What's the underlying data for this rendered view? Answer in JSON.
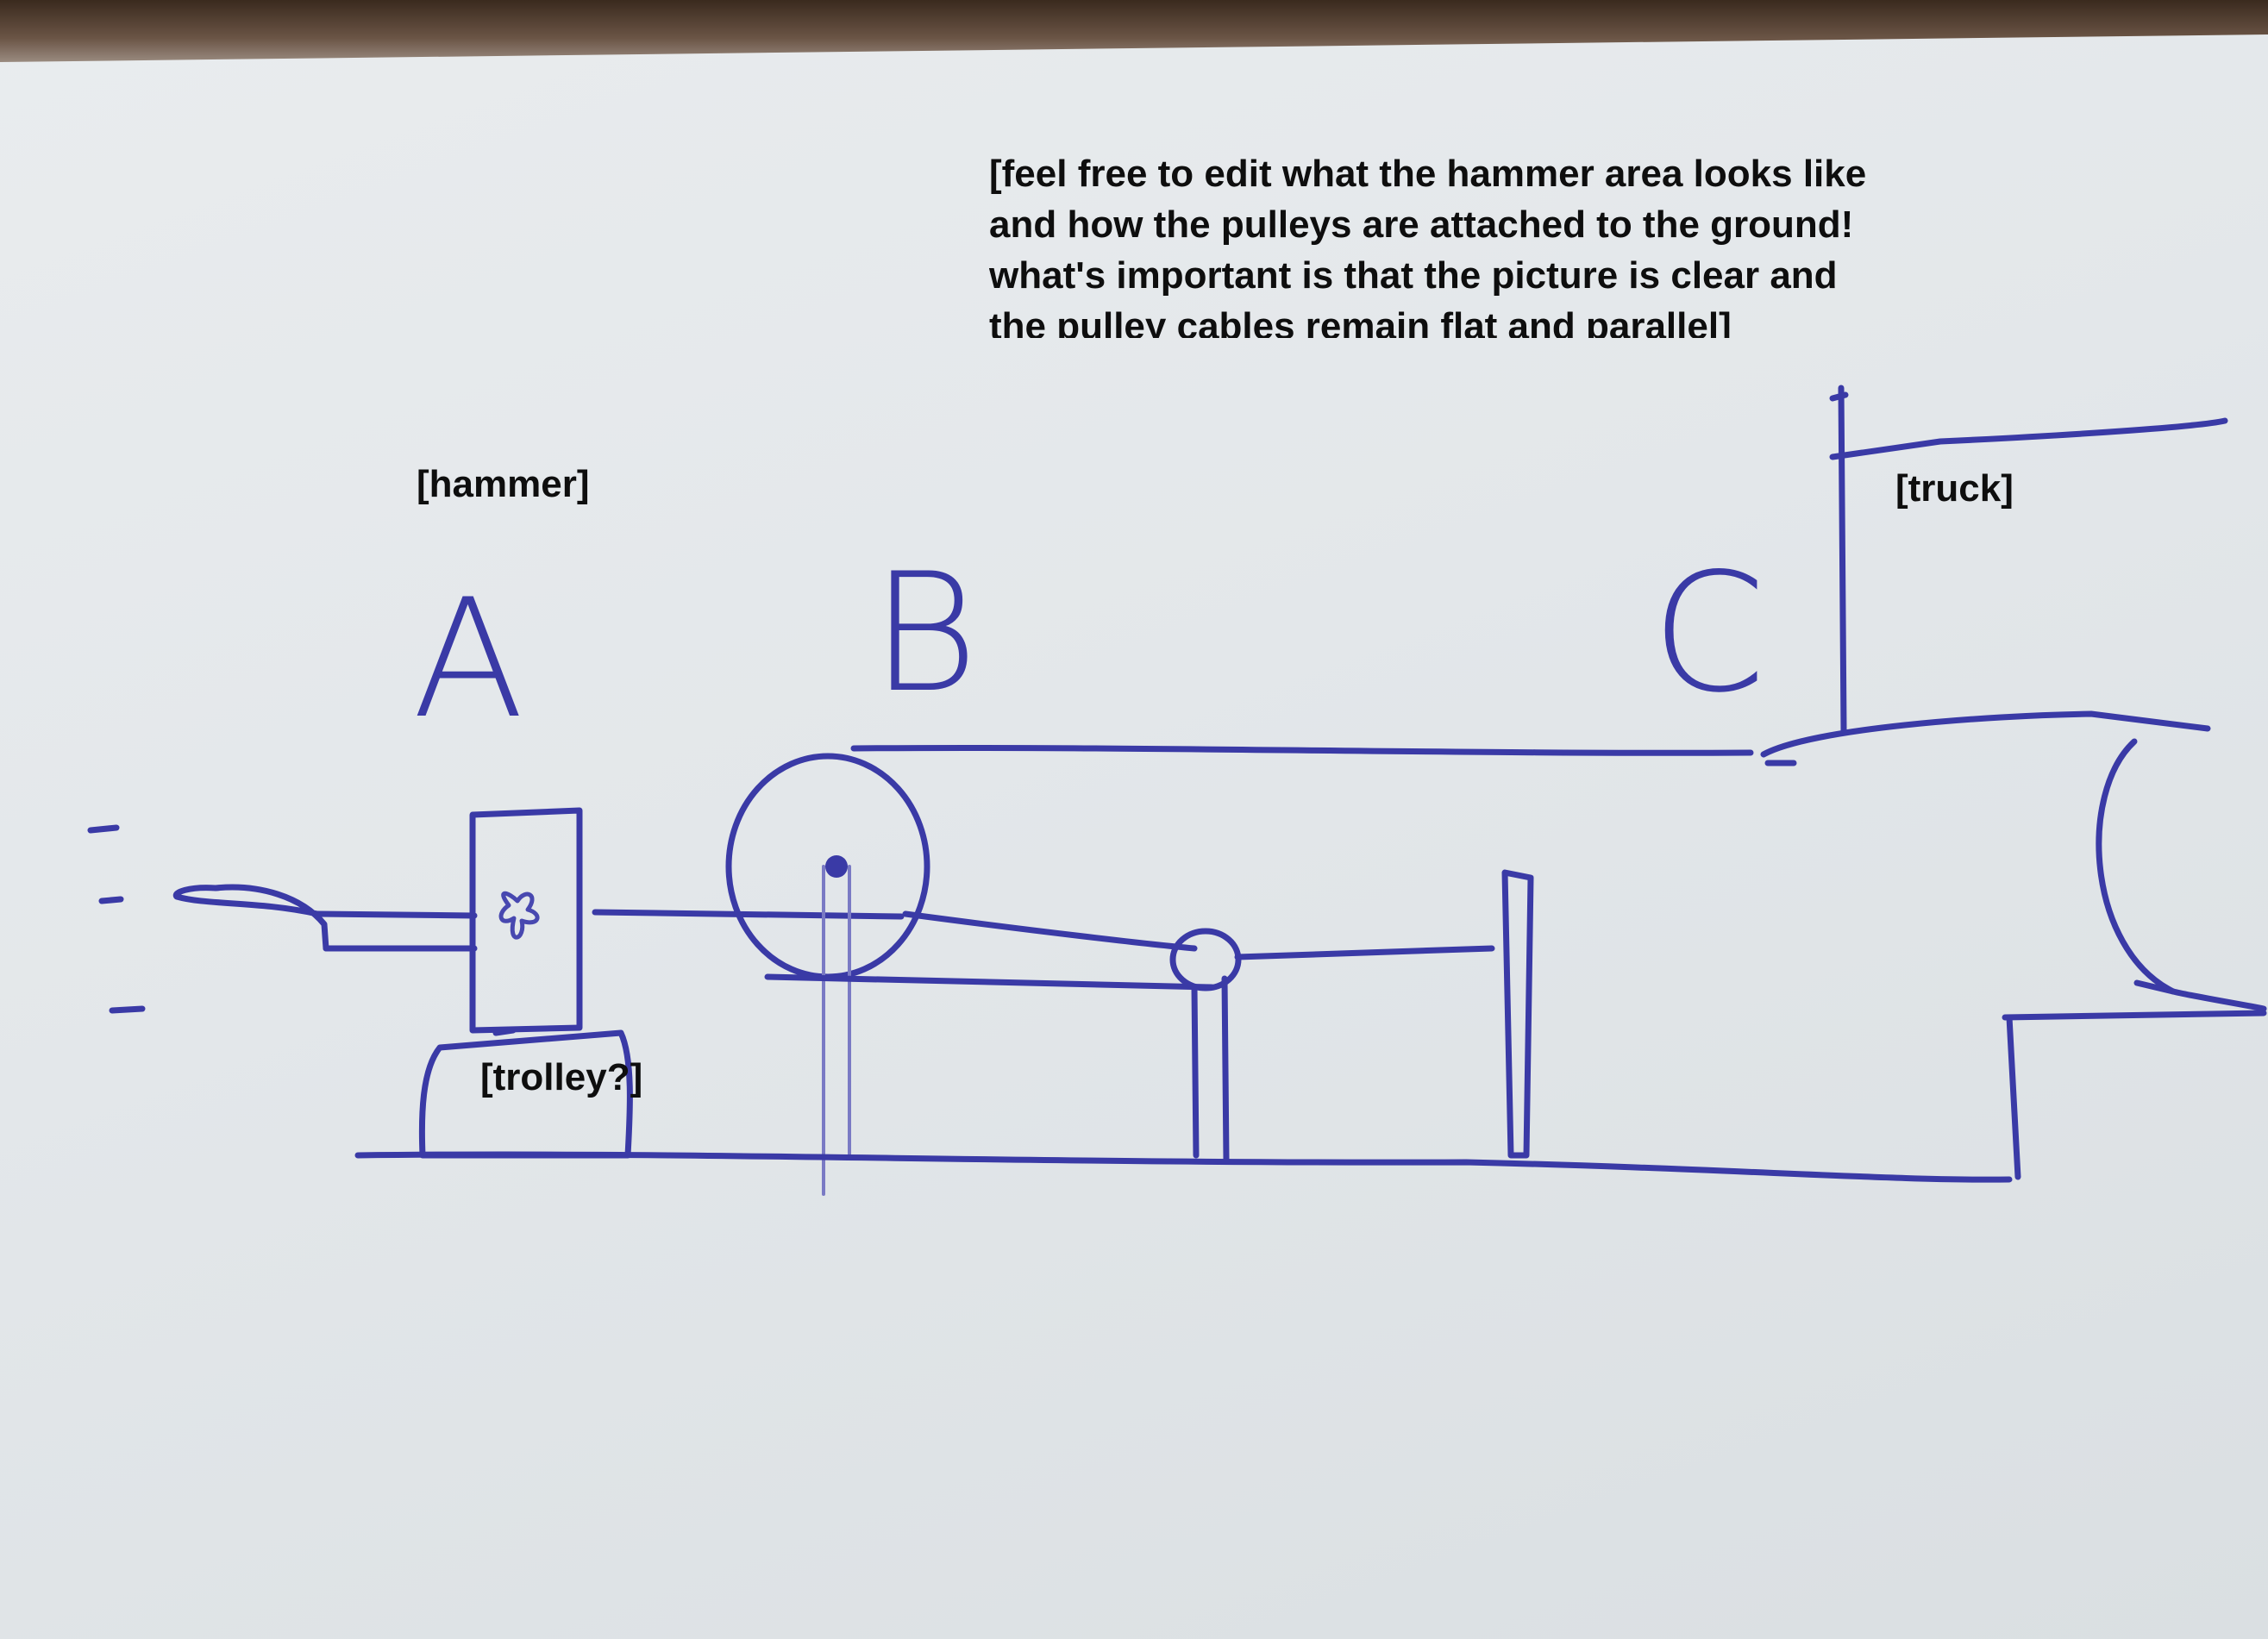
{
  "labels": {
    "a": "A",
    "b": "B",
    "c": "C"
  },
  "annotations": {
    "hammer": "[hammer]",
    "truck": "[truck]",
    "trolley": "[trolley?]"
  },
  "instruction_lines": [
    "[feel free to edit what the hammer area looks like",
    "and how the pulleys are attached to the ground!",
    "what's important is that the picture is clear and",
    "the pulley cables remain flat and parallel]"
  ],
  "colors": {
    "ink": "#3a3aa6",
    "annotation_text": "#0e0e0e",
    "paper": "#e3e7ea"
  }
}
